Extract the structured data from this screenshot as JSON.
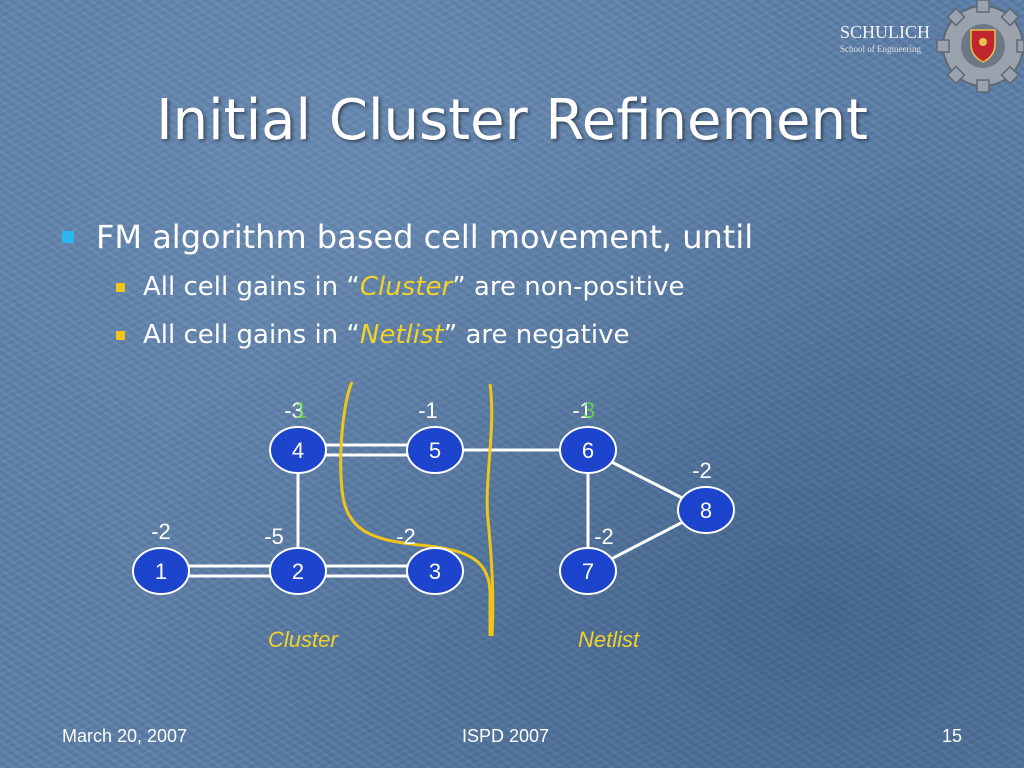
{
  "slide": {
    "title": "Initial Cluster Refinement",
    "bullets": [
      {
        "text": "FM algorithm based cell movement, until"
      }
    ],
    "sub_bullets": [
      {
        "before": "All cell gains in “",
        "emph": "Cluster",
        "after": "” are non-positive"
      },
      {
        "before": "All cell gains in “",
        "emph": "Netlist",
        "after": "” are negative"
      }
    ]
  },
  "logo": {
    "line1": "SCHULICH",
    "line2": "School of Engineering"
  },
  "diagram": {
    "nodes": [
      {
        "id": "1",
        "label": "1"
      },
      {
        "id": "2",
        "label": "2"
      },
      {
        "id": "3",
        "label": "3"
      },
      {
        "id": "4",
        "label": "4"
      },
      {
        "id": "5",
        "label": "5"
      },
      {
        "id": "6",
        "label": "6"
      },
      {
        "id": "7",
        "label": "7"
      },
      {
        "id": "8",
        "label": "8"
      }
    ],
    "gains": [
      {
        "node": "1",
        "value": "-2"
      },
      {
        "node": "2",
        "value": "-5"
      },
      {
        "node": "3",
        "value": "-2"
      },
      {
        "node": "4",
        "value": "-3",
        "overlay": "1"
      },
      {
        "node": "5",
        "value": "-1"
      },
      {
        "node": "6",
        "value": "-1",
        "overlay": "3"
      },
      {
        "node": "7",
        "value": "-2"
      },
      {
        "node": "8",
        "value": "-2"
      }
    ],
    "edges": [
      {
        "from": "1",
        "to": "2",
        "double": true
      },
      {
        "from": "2",
        "to": "3",
        "double": true
      },
      {
        "from": "4",
        "to": "5",
        "double": true
      },
      {
        "from": "4",
        "to": "2",
        "double": false
      },
      {
        "from": "5",
        "to": "6",
        "double": false
      },
      {
        "from": "6",
        "to": "7",
        "double": false
      },
      {
        "from": "6",
        "to": "8",
        "double": false
      },
      {
        "from": "7",
        "to": "8",
        "double": false
      }
    ],
    "region_labels": {
      "cluster": "Cluster",
      "netlist": "Netlist"
    },
    "colors": {
      "node_fill": "#1d44cc",
      "node_stroke": "#ffffff",
      "edge": "#ffffff",
      "boundary": "#f0c419",
      "overlay": "#66dd44"
    }
  },
  "footer": {
    "date": "March 20, 2007",
    "event": "ISPD 2007",
    "page": "15"
  }
}
